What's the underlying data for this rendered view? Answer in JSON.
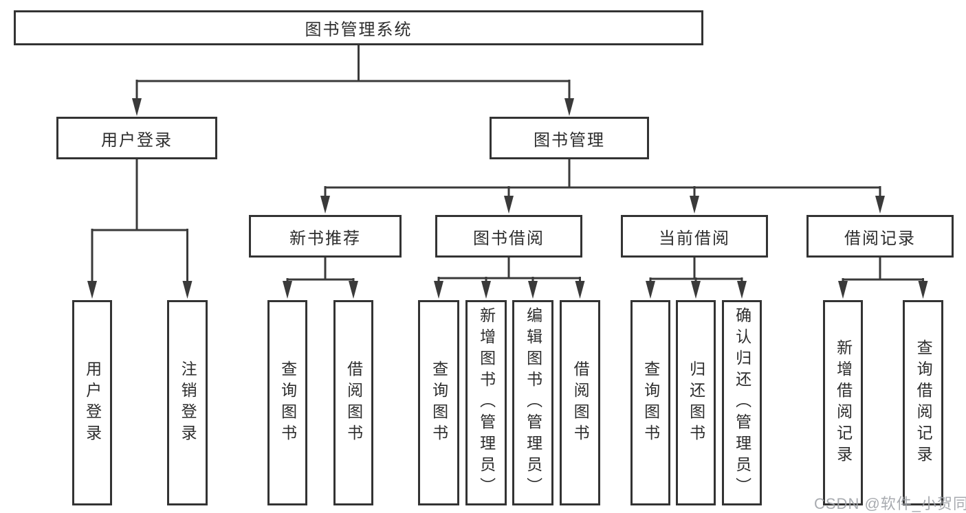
{
  "diagram": {
    "root": {
      "label": "图书管理系统"
    },
    "level2": [
      {
        "label": "用户登录",
        "children": [
          {
            "label": "用户登录"
          },
          {
            "label": "注销登录"
          }
        ]
      },
      {
        "label": "图书管理",
        "children": [
          {
            "label": "新书推荐",
            "children": [
              {
                "label": "查询图书"
              },
              {
                "label": "借阅图书"
              }
            ]
          },
          {
            "label": "图书借阅",
            "children": [
              {
                "label": "查询图书"
              },
              {
                "label": "新增图书（管理员）"
              },
              {
                "label": "编辑图书（管理员）"
              },
              {
                "label": "借阅图书"
              }
            ]
          },
          {
            "label": "当前借阅",
            "children": [
              {
                "label": "查询图书"
              },
              {
                "label": "归还图书"
              },
              {
                "label": "确认归还（管理员）"
              }
            ]
          },
          {
            "label": "借阅记录",
            "children": [
              {
                "label": "新增借阅记录"
              },
              {
                "label": "查询借阅记录"
              }
            ]
          }
        ]
      }
    ]
  },
  "watermark": {
    "text": "CSDN @软件_小贺同学"
  },
  "colors": {
    "line": "#3a3a3a",
    "box_border": "#333333",
    "text": "#2d2d2d",
    "background": "#ffffff",
    "watermark": "#9ea2a7"
  }
}
